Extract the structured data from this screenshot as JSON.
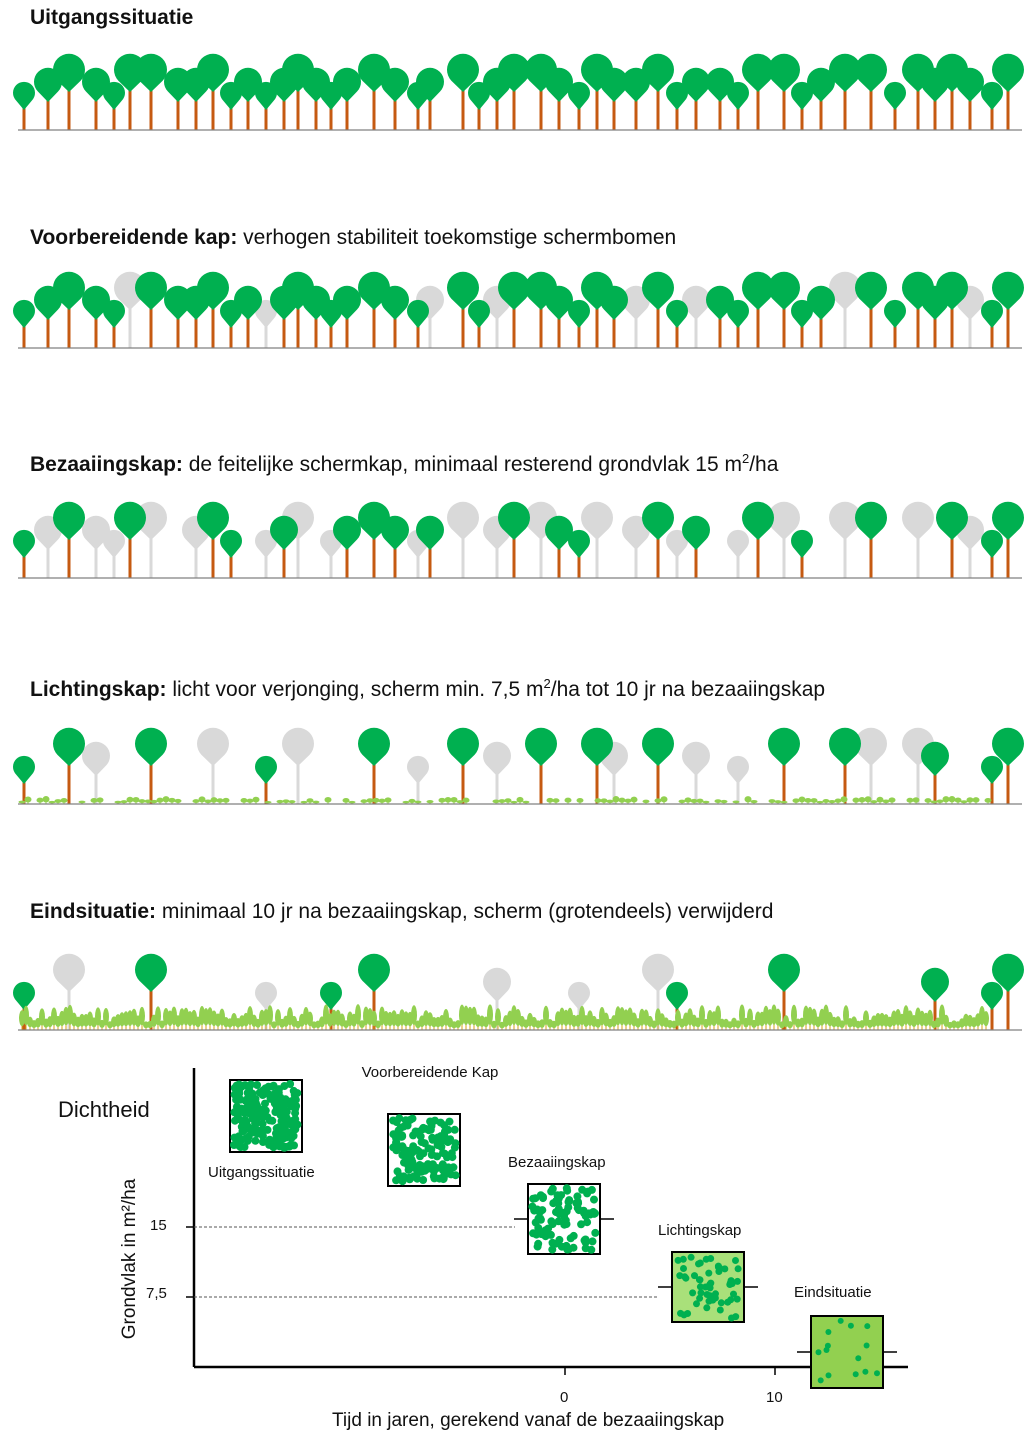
{
  "colors": {
    "tree_green": "#00b050",
    "trunk": "#c55a11",
    "removed_tree": "#d9d9d9",
    "young_growth": "#92d050",
    "ground_line": "#808080"
  },
  "stages": [
    {
      "title": "Uitgangssituatie",
      "description": "",
      "sup_after": ""
    },
    {
      "title": "Voorbereidende kap:",
      "description": " verhogen stabiliteit toekomstige schermbomen",
      "sup_after": ""
    },
    {
      "title": "Bezaaiingskap:",
      "description": " de feitelijke schermkap, minimaal resterend grondvlak 15 m",
      "sup": "2",
      "sup_after": "/ha"
    },
    {
      "title": "Lichtingskap:",
      "description": " licht voor verjonging, scherm min. 7,5 m",
      "sup": "2",
      "sup_after": "/ha tot 10 jr na bezaaiingskap"
    },
    {
      "title": "Eindsituatie:",
      "description": " minimaal 10 jr na bezaaiingskap, scherm (grotendeels) verwijderd",
      "sup_after": ""
    }
  ],
  "density_chart": {
    "title": "Dichtheid",
    "y_label": "Grondvlak in m²/ha",
    "x_label": "Tijd in jaren, gerekend vanaf de bezaaiingskap",
    "y_ticks": [
      {
        "value": 15,
        "label": "15"
      },
      {
        "value": 7.5,
        "label": "7,5"
      }
    ],
    "x_ticks": [
      {
        "value": 0,
        "label": "0"
      },
      {
        "value": 10,
        "label": "10"
      }
    ],
    "boxes": [
      {
        "label": "Uitgangssituatie",
        "density": "very dense"
      },
      {
        "label": "Voorbereidende Kap",
        "density": "dense"
      },
      {
        "label": "Bezaaiingskap",
        "density": "medium",
        "basal_area": 15
      },
      {
        "label": "Lichtingskap",
        "density": "sparse",
        "basal_area": 7.5
      },
      {
        "label": "Eindsituatie",
        "density": "very sparse"
      }
    ]
  }
}
